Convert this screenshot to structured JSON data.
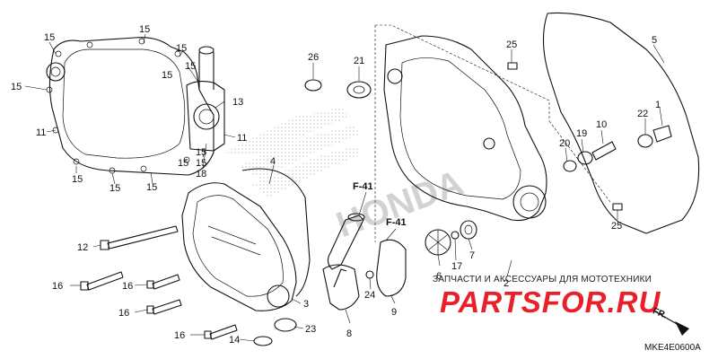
{
  "diagram_code": "MKE4E0600A",
  "watermark": {
    "caption": "ЗАПЧАСТИ И АКСЕССУАРЫ ДЛЯ МОТОТЕХНИКИ",
    "brand": "PARTSFOR.RU"
  },
  "background_logo": {
    "text": "HONDA"
  },
  "direction": {
    "label": "FR."
  },
  "references": [
    "F-41",
    "F-41"
  ],
  "callouts": [
    "15",
    "15",
    "15",
    "15",
    "15",
    "15",
    "11",
    "11",
    "13",
    "15",
    "15",
    "15",
    "15",
    "15",
    "15",
    "18",
    "26",
    "21",
    "25",
    "5",
    "22",
    "1",
    "10",
    "19",
    "20",
    "25",
    "4",
    "3",
    "12",
    "16",
    "16",
    "16",
    "16",
    "14",
    "23",
    "8",
    "24",
    "9",
    "6",
    "17",
    "7",
    "2"
  ],
  "colors": {
    "watermark_red": "#e8202a",
    "line": "#111111",
    "logo_dots": "#c8c8c8"
  }
}
